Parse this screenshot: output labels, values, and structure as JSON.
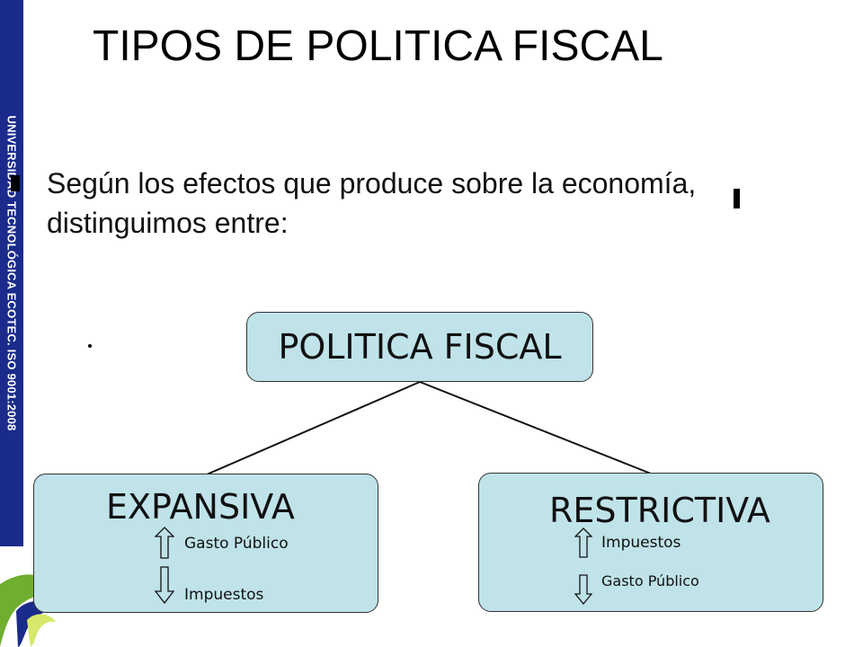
{
  "sidebar": {
    "text": "UNIVERSIDAD TECNOLÓGICA ECOTEC. ISO 9001:2008"
  },
  "slide": {
    "title": "TIPOS DE POLITICA FISCAL",
    "intro": "Según los efectos que produce sobre la economía, distinguimos entre:"
  },
  "diagram": {
    "root": "POLITICA FISCAL",
    "expansiva": {
      "title": "EXPANSIVA",
      "items": [
        {
          "label": "Gasto Público",
          "direction": "up"
        },
        {
          "label": "Impuestos",
          "direction": "down"
        }
      ]
    },
    "restrictiva": {
      "title": "RESTRICTIVA",
      "items": [
        {
          "label": "Impuestos",
          "direction": "up"
        },
        {
          "label": "Gasto Público",
          "direction": "down"
        }
      ]
    }
  },
  "colors": {
    "sidebar": "#1a2b8c",
    "box_fill": "#bfe3e9",
    "logo_green": "#6fae2e",
    "logo_blue": "#1a2b8c"
  }
}
